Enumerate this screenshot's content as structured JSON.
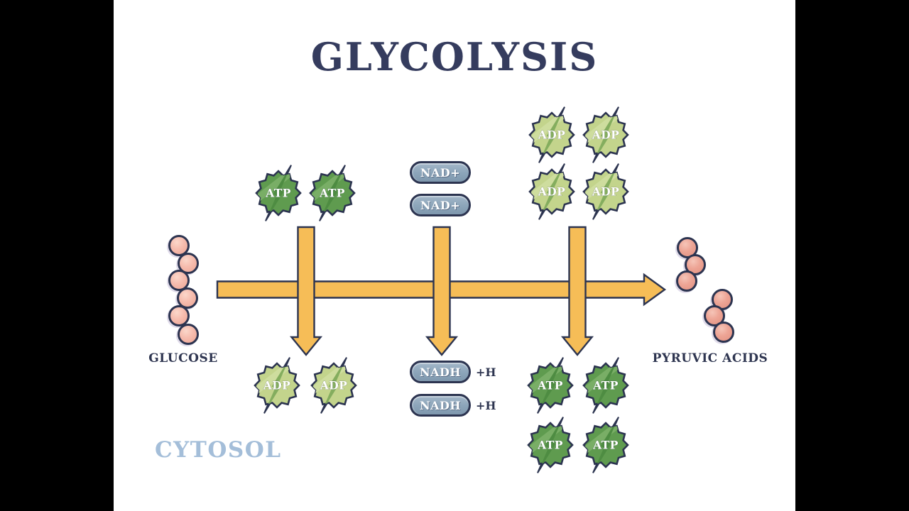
{
  "title": "GLYCOLYSIS",
  "labels": {
    "glucose": "GLUCOSE",
    "pyruvic_acids": "PYRUVIC ACIDS",
    "cytosol": "CYTOSOL",
    "plus_h": "+H"
  },
  "tokens": {
    "atp": "ATP",
    "adp": "ADP",
    "nad_plus": "NAD+",
    "nadh": "NADH"
  },
  "counts": {
    "atp_invested": 2,
    "adp_released": 2,
    "nad_plus": 2,
    "nadh": 2,
    "adp_consumed": 4,
    "atp_produced": 4,
    "glucose_circles": 6,
    "pyruvic_clusters": 2,
    "circles_per_pyruvic": 3
  },
  "colors": {
    "background": "#ffffff",
    "letterbox": "#000000",
    "outline_navy": "#2c3450",
    "title_navy": "#353c5e",
    "arrow_yellow": "#f6bd57",
    "atp_green": "#5f9b4f",
    "adp_light_green": "#c3d48c",
    "nad_steel_blue": "#8ba4b9",
    "glucose_pink": "#f6bcae",
    "pyruvic_salmon": "#eda495",
    "cytosol_blue": "#a4bed9"
  }
}
